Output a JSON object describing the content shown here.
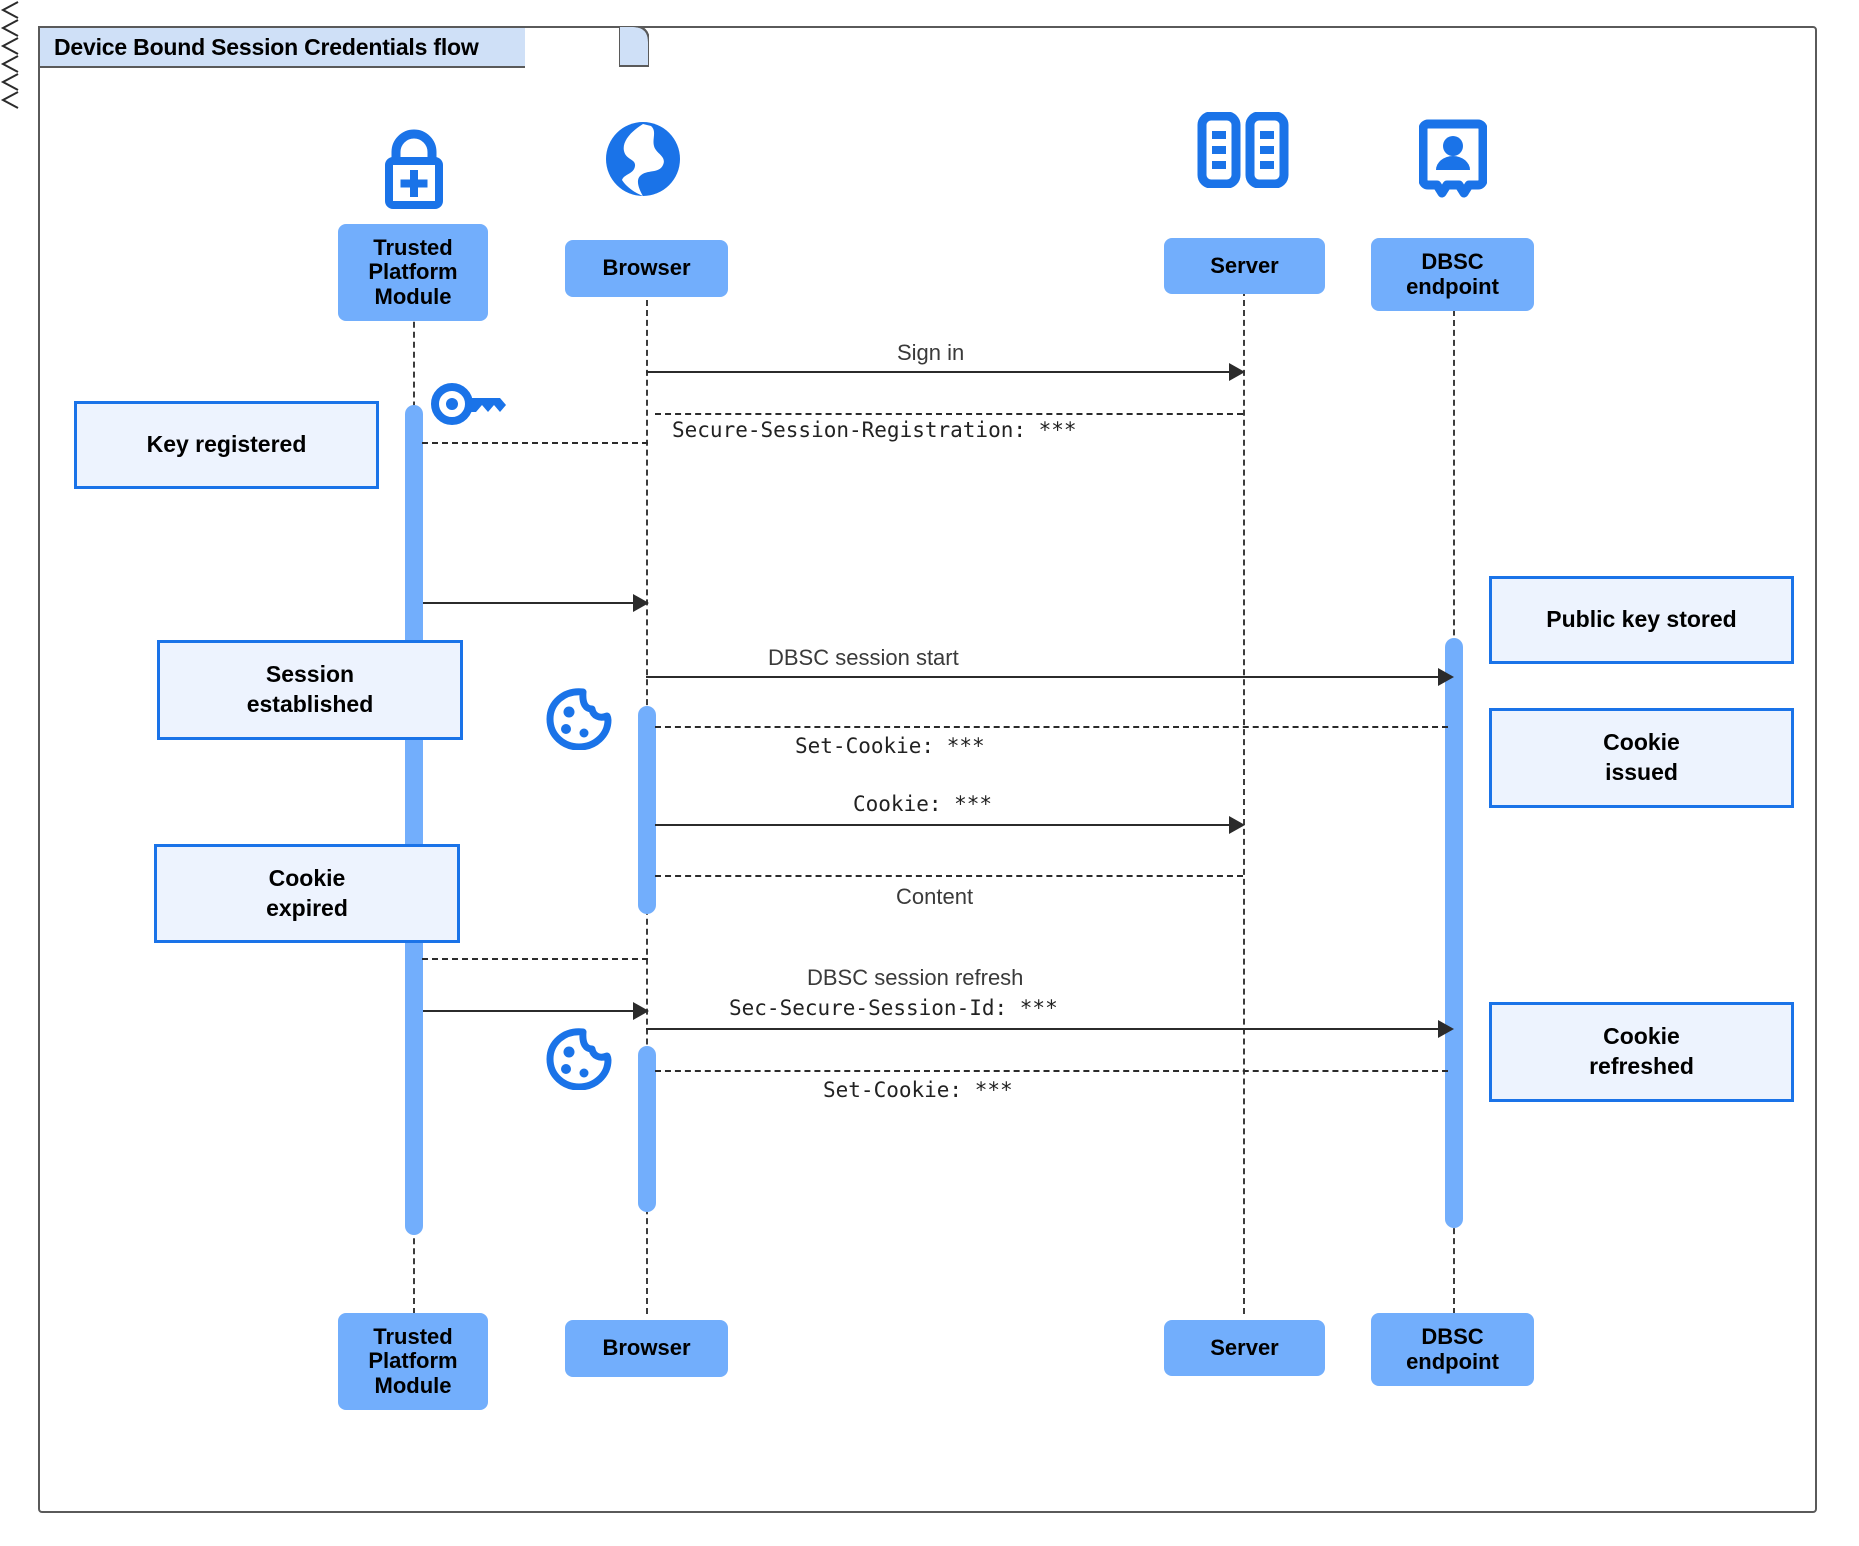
{
  "frame": {
    "title": "Device Bound Session Credentials flow",
    "border_color": "#5a5a5a",
    "tab_fill": "#cfe0f7"
  },
  "theme": {
    "participant_fill": "#72aefc",
    "activation_fill": "#72aefc",
    "note_fill": "#edf3fe",
    "note_border": "#1a73e8",
    "icon_blue": "#1a73e8",
    "lifeline_color": "#3c3c3c",
    "message_color": "#2b2b2b"
  },
  "participants": [
    {
      "id": "tpm",
      "label": "Trusted Platform Module",
      "icon": "lock-plus-icon"
    },
    {
      "id": "browser",
      "label": "Browser",
      "icon": "globe-icon"
    },
    {
      "id": "server",
      "label": "Server",
      "icon": "server-racks-icon"
    },
    {
      "id": "dbsc",
      "label": "DBSC endpoint",
      "icon": "id-badge-icon"
    }
  ],
  "messages": [
    {
      "id": "m1",
      "label": "Sign in",
      "style": "plain",
      "from": "browser",
      "to": "server",
      "arrow": "solid"
    },
    {
      "id": "m2",
      "label": "Secure-Session-Registration: ***",
      "style": "mono",
      "from": "server",
      "to": "browser",
      "arrow": "dashed"
    },
    {
      "id": "m3",
      "label": "",
      "style": "plain",
      "from": "tpm",
      "to": "browser",
      "arrow": "solid"
    },
    {
      "id": "m4",
      "label": "DBSC session start",
      "style": "plain",
      "from": "browser",
      "to": "dbsc",
      "arrow": "solid"
    },
    {
      "id": "m5",
      "label": "Set-Cookie: ***",
      "style": "mono",
      "from": "dbsc",
      "to": "browser",
      "arrow": "dashed"
    },
    {
      "id": "m6",
      "label": "Cookie: ***",
      "style": "mono",
      "from": "browser",
      "to": "server",
      "arrow": "solid"
    },
    {
      "id": "m7",
      "label": "Content",
      "style": "plain",
      "from": "server",
      "to": "browser",
      "arrow": "dashed"
    },
    {
      "id": "m8",
      "label": "DBSC session refresh",
      "style": "plain",
      "from": "browser",
      "to": "tpm",
      "arrow": "dashed"
    },
    {
      "id": "m9",
      "label": "Sec-Secure-Session-Id: ***",
      "style": "mono",
      "from": "tpm",
      "to": "dbsc",
      "arrow": "solid"
    },
    {
      "id": "m10",
      "label": "Set-Cookie: ***",
      "style": "mono",
      "from": "dbsc",
      "to": "browser",
      "arrow": "dashed"
    }
  ],
  "notes": [
    {
      "id": "n1",
      "text": "Key registered",
      "side": "left",
      "anchor": "tpm"
    },
    {
      "id": "n2",
      "text": "Session established",
      "side": "left",
      "anchor": "tpm"
    },
    {
      "id": "n3",
      "text": "Cookie expired",
      "side": "left",
      "anchor": "tpm"
    },
    {
      "id": "n4",
      "text": "Public key stored",
      "side": "right",
      "anchor": "dbsc"
    },
    {
      "id": "n5",
      "text": "Cookie issued",
      "side": "right",
      "anchor": "dbsc"
    },
    {
      "id": "n6",
      "text": "Cookie refreshed",
      "side": "right",
      "anchor": "dbsc"
    }
  ],
  "inline_icons": [
    {
      "id": "i1",
      "name": "key-icon",
      "near": "tpm-activation-start"
    },
    {
      "id": "i2",
      "name": "cookie-icon",
      "near": "browser-set-cookie-1"
    },
    {
      "id": "i3",
      "name": "cookie-icon",
      "near": "browser-set-cookie-2"
    }
  ],
  "note_lines": {
    "n1": [
      "Key registered"
    ],
    "n2": [
      "Session",
      "established"
    ],
    "n3": [
      "Cookie",
      "expired"
    ],
    "n4": [
      "Public key stored"
    ],
    "n5": [
      "Cookie",
      "issued"
    ],
    "n6": [
      "Cookie",
      "refreshed"
    ]
  },
  "participant_lines": {
    "tpm": [
      "Trusted",
      "Platform",
      "Module"
    ],
    "browser": [
      "Browser"
    ],
    "server": [
      "Server"
    ],
    "dbsc": [
      "DBSC",
      "endpoint"
    ]
  }
}
